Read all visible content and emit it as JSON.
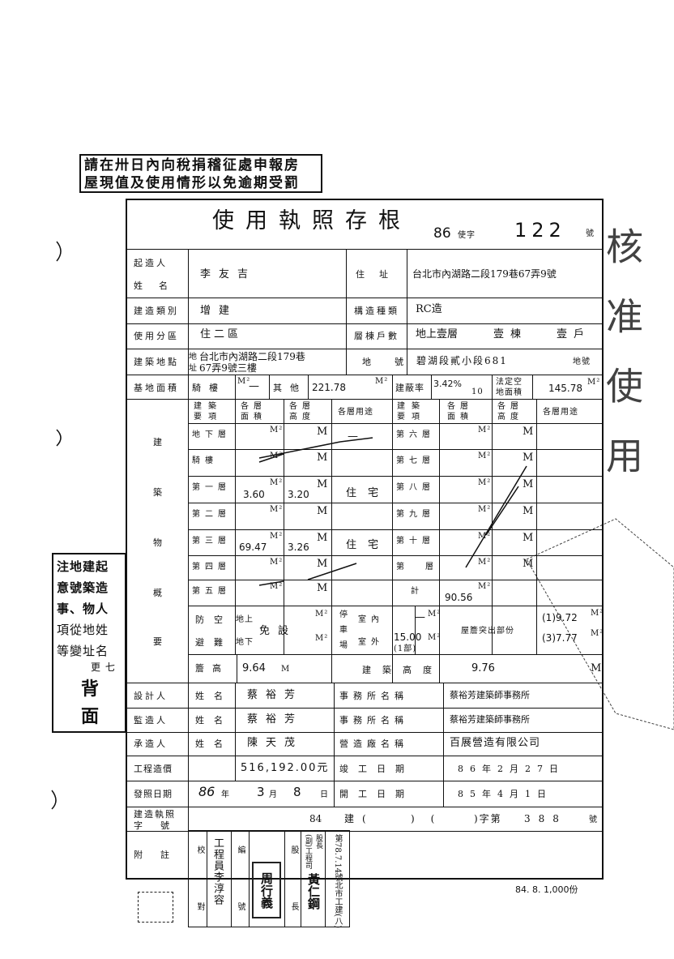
{
  "notice": {
    "line1": "請在卅日內向稅捐稽征處申報房",
    "line2": "屋現值及使用情形以免逾期受罰"
  },
  "header": {
    "title": "使用執照存根",
    "year": "86",
    "char": "使字",
    "number": "122",
    "suffix": "號"
  },
  "applicant": {
    "label_top": "起造人",
    "label_bottom": "姓名",
    "name": "李友吉",
    "address_label": "住址",
    "address": "台北市內湖路二段179巷67弄9號"
  },
  "building_type": {
    "label": "建造類別",
    "value": "增建",
    "structure_label": "構造種類",
    "structure": "RC造"
  },
  "zone": {
    "label": "使用分區",
    "value": "住二區",
    "floors_label": "層棟戶數",
    "floors": "地上壹層",
    "buildings": "壹棟",
    "units": "壹戶"
  },
  "site": {
    "label": "建築地點",
    "prefix1": "地",
    "prefix2": "址",
    "addr1": "台北市內湖路二段179巷",
    "addr2": "67弄9號三樓",
    "lot_label_a": "地",
    "lot_label_b": "號",
    "lot": "碧湖段貳小段681",
    "lot_suffix": "地號"
  },
  "area_row": {
    "label": "基地面積",
    "arcade_label": "騎樓",
    "arcade_unit": "M²",
    "arcade_value": "—",
    "other_label": "其他",
    "other_value": "221.78",
    "other_unit": "M²",
    "coverage_label": "建蔽率",
    "coverage_value": "3.42%",
    "coverage_den": "10",
    "legal_label_1": "法定空",
    "legal_label_2": "地面積",
    "legal_value": "145.78",
    "legal_unit": "M²"
  },
  "detail_headers": {
    "c1a": "建築",
    "c1b": "要項",
    "c2a": "各層",
    "c2b": "面積",
    "c3a": "各層",
    "c3b": "高度",
    "c4": "各層用途",
    "c5a": "建築",
    "c5b": "要項",
    "c6a": "各層",
    "c6b": "面積",
    "c7a": "各層",
    "c7b": "高度",
    "c8": "各層用途"
  },
  "section_label": [
    "建",
    "築",
    "物",
    "概",
    "要"
  ],
  "floors_left": [
    {
      "name": "地下層",
      "area": "",
      "height": "",
      "use": "—"
    },
    {
      "name": "騎樓",
      "area": "",
      "height": "",
      "use": ""
    },
    {
      "name": "第一層",
      "area": "3.60",
      "height": "3.20",
      "use": "住宅"
    },
    {
      "name": "第二層",
      "area": "",
      "height": "",
      "use": ""
    },
    {
      "name": "第三層",
      "area": "69.47",
      "height": "3.26",
      "use": "住宅"
    },
    {
      "name": "第四層",
      "area": "",
      "height": "",
      "use": ""
    },
    {
      "name": "第五層",
      "area": "",
      "height": "",
      "use": ""
    }
  ],
  "floors_right": [
    {
      "name": "第六層"
    },
    {
      "name": "第七層"
    },
    {
      "name": "第八層"
    },
    {
      "name": "第九層"
    },
    {
      "name": "第十層"
    },
    {
      "name": "第層"
    },
    {
      "name": "計",
      "area": "90.56"
    }
  ],
  "units": {
    "m2": "M²",
    "m": "M"
  },
  "shelter": {
    "label_a": "防空",
    "label_b": "避難",
    "above": "地上",
    "below": "地下",
    "value": "免設",
    "parking_label": [
      "停",
      "車",
      "場"
    ],
    "indoor_label": "室內",
    "indoor_value": "—",
    "outdoor_label": "室外",
    "outdoor_value": "15.00",
    "outdoor_note": "(1部)",
    "eave_label": "屋簷突出部份",
    "eave1": "(1)9.72",
    "eave2": "(3)7.77"
  },
  "heights": {
    "floor_label": "簷高",
    "floor_value": "9.64",
    "bldg_label": "建築高度",
    "bldg_value": "9.76"
  },
  "designer": {
    "label": "設計人",
    "name_label": "姓名",
    "name": "蔡裕芳",
    "office_label": "事務所名稱",
    "office": "蔡裕芳建築師事務所"
  },
  "supervisor": {
    "label": "監造人",
    "name_label": "姓名",
    "name": "蔡裕芳",
    "office_label": "事務所名稱",
    "office": "蔡裕芳建築師事務所"
  },
  "contractor": {
    "label": "承造人",
    "name_label": "姓名",
    "name": "陳天茂",
    "firm_label": "營造廠名稱",
    "firm": "百展營造有限公司"
  },
  "cost": {
    "label": "工程造價",
    "value": "516,192.00元",
    "complete_label": "竣工日期",
    "complete": "86年2月27日"
  },
  "issue": {
    "label": "發照日期",
    "year": "86",
    "month": "3",
    "day": "8",
    "y": "年",
    "m": "月",
    "d": "日",
    "start_label": "開工日期",
    "start": "85年4月1日"
  },
  "permit": {
    "label_a": "建造執照",
    "label_b": "字號",
    "year": "84",
    "char": "建(",
    "mid": ")(",
    "end": ")字第",
    "number": "388",
    "suffix": "號"
  },
  "remarks": {
    "label": "附註",
    "col1": "校對",
    "col1_stamp": "工程員李淳容",
    "col2": "編號",
    "col3": "股長",
    "stamp_center": "周行義",
    "col4_a": "(副)工程司",
    "col4_b": "股長",
    "col4_stamp": "黃仁鋼",
    "col5": "第78.7.14號北市工建(八)"
  },
  "print_note": "84. 8. 1,000份",
  "side_note": {
    "r1": "注地建起",
    "r2": "意號築造",
    "r3": "事、物人",
    "r4": "項從地姓",
    "r5": "等變址名",
    "r6": "更 七",
    "r7": "背",
    "r8": "面"
  },
  "right_stamp": "核准使用"
}
